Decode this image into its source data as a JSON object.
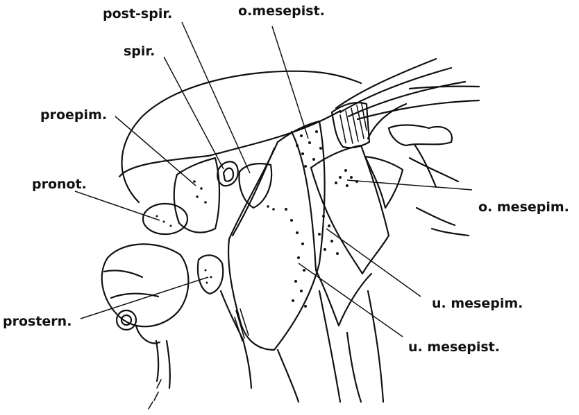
{
  "labels": {
    "post_spir": "post-spir.",
    "o_mesepist": "o.mesepist.",
    "spir": "spir.",
    "proepim": "proepim.",
    "pronot": "pronot.",
    "o_mesepim": "o. mesepim.",
    "u_mesepim": "u. mesepim.",
    "prostern": "prostern.",
    "u_mesepist": "u. mesepist."
  },
  "colors": {
    "ink": "#111111",
    "paper": "#ffffff"
  }
}
